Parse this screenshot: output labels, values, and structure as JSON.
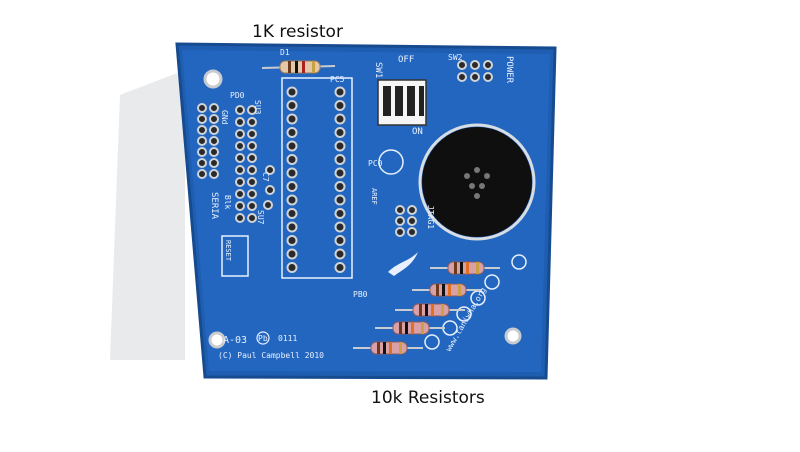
{
  "annotations": {
    "top": "1K resistor",
    "bottom": "10k Resistors"
  },
  "board": {
    "silkscreen": {
      "d1": "D1",
      "pc5": "PC5",
      "pd0": "PD0",
      "gnd": "GNd",
      "su3": "SU3",
      "sw1": "SW1",
      "off": "OFF",
      "on": "ON",
      "sw2": "SW2",
      "power": "POWER",
      "serial": "SERIA",
      "blk": "Blk",
      "c7": "C7",
      "su7": "SU7",
      "jtag": "JTAG1",
      "aref": "AREF",
      "reset": "RESET",
      "pb0": "PB0",
      "pc0": "PC0",
      "rev": "A-03",
      "pb": "Pb",
      "date": "0111",
      "copyright": "(C) Paul Campbell 2010",
      "url": "www.taniwha.org"
    },
    "colors": {
      "pcb": "#1f5fb4",
      "pcb_dark": "#15478c",
      "silkscreen": "#e8f0ff",
      "pad": "#c8ccd0",
      "speaker": "#111111"
    }
  }
}
